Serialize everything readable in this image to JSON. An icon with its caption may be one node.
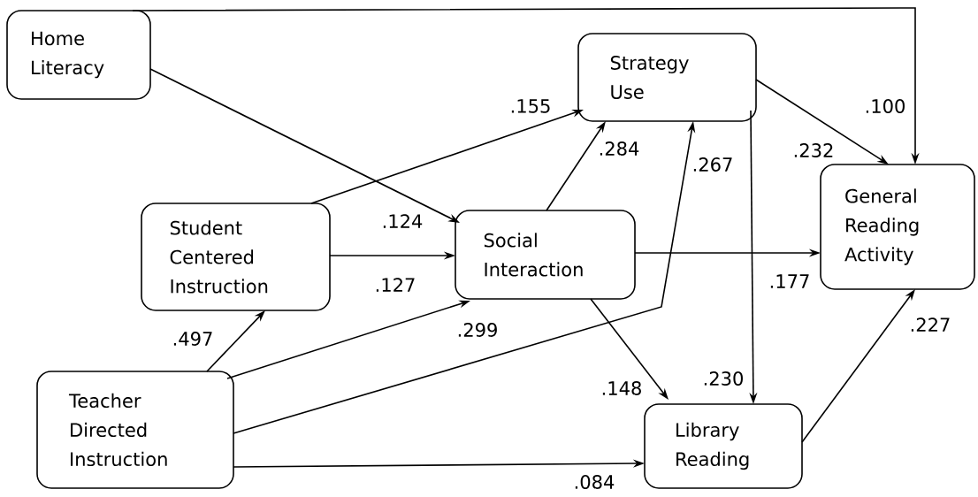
{
  "diagram": {
    "nodes": [
      {
        "text": [
          "Home Literacy"
        ]
      },
      {
        "text": [
          "Strategy Use"
        ]
      },
      {
        "text": [
          "Student Centered Instruction"
        ]
      },
      {
        "text": [
          "Social Interaction"
        ]
      },
      {
        "text": [
          "General Reading Activity"
        ]
      },
      {
        "text": [
          "Teacher Directed Instruction"
        ]
      },
      {
        "text": [
          "Library Reading"
        ]
      }
    ],
    "edges": [
      {
        "from": 0,
        "to": 3,
        "arrow": "to",
        "label": ".124"
      },
      {
        "from": 0,
        "to": 4,
        "arrow": "to",
        "label": ".100"
      },
      {
        "from": 2,
        "to": 1,
        "arrow": "to",
        "label": ".155"
      },
      {
        "from": 3,
        "to": 1,
        "arrow": "to",
        "label": ".284"
      },
      {
        "from": 5,
        "to": 1,
        "arrow": "to",
        "label": ".267"
      },
      {
        "from": 1,
        "to": 4,
        "arrow": "to",
        "label": ".232"
      },
      {
        "from": 1,
        "to": 6,
        "arrow": "to",
        "label": ".230"
      },
      {
        "from": 2,
        "to": 3,
        "arrow": "to",
        "label": ".127"
      },
      {
        "from": 3,
        "to": 4,
        "arrow": "to",
        "label": ".177"
      },
      {
        "from": 5,
        "to": 2,
        "arrow": "to",
        "label": ".497"
      },
      {
        "from": 5,
        "to": 3,
        "arrow": "to",
        "label": ".299"
      },
      {
        "from": 3,
        "to": 6,
        "arrow": "to",
        "label": ".148"
      },
      {
        "from": 6,
        "to": 4,
        "arrow": "to",
        "label": ".227"
      },
      {
        "from": 5,
        "to": 6,
        "arrow": "to",
        "label": ".084"
      }
    ]
  }
}
